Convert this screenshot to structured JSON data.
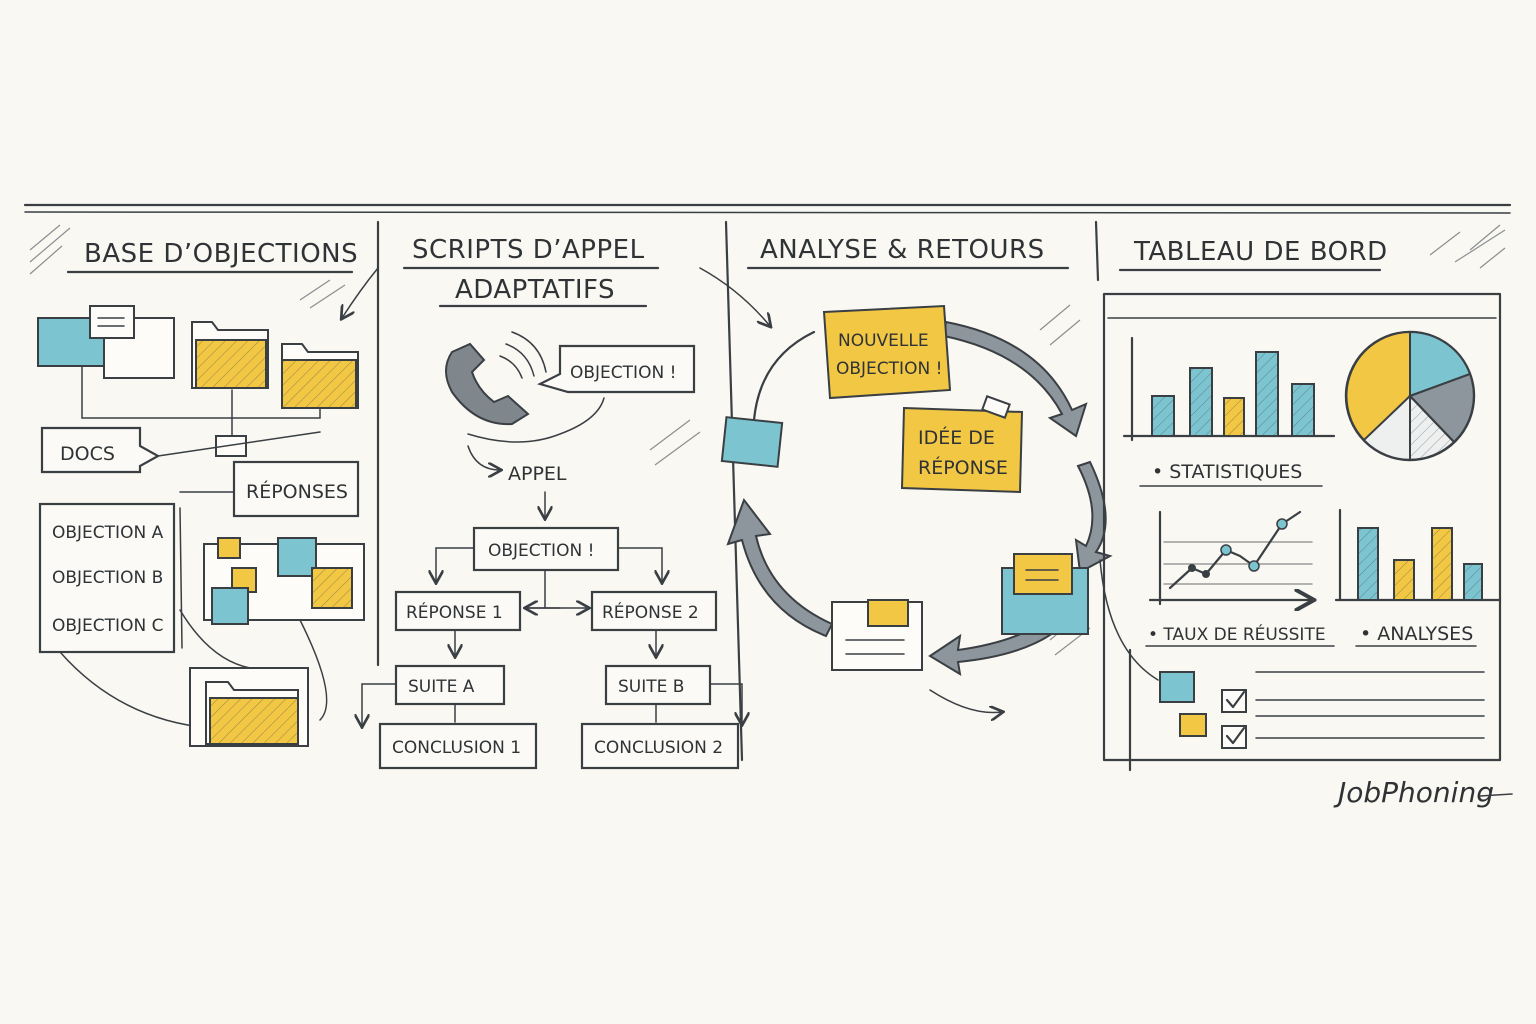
{
  "columns": {
    "objections": {
      "title": "BASE D’OBJECTIONS",
      "docs": "DOCS",
      "reponses": "RÉPONSES",
      "items": [
        "OBJECTION A",
        "OBJECTION B",
        "OBJECTION C"
      ]
    },
    "scripts": {
      "title_line1": "SCRIPTS D’APPEL",
      "title_line2": "ADAPTATIFS",
      "bubble": "OBJECTION !",
      "appel": "APPEL",
      "objection": "OBJECTION !",
      "reponse1": "RÉPONSE 1",
      "reponse2": "RÉPONSE 2",
      "suite_a": "SUITE A",
      "suite_b": "SUITE B",
      "conclusion1": "CONCLUSION 1",
      "conclusion2": "CONCLUSION 2"
    },
    "analyse": {
      "title": "ANALYSE & RETOURS",
      "note1_line1": "NOUVELLE",
      "note1_line2": "OBJECTION !",
      "note2_line1": "IDÉE DE",
      "note2_line2": "RÉPONSE"
    },
    "tableau": {
      "title": "TABLEAU DE BORD",
      "statistiques": "• STATISTIQUES",
      "taux": "• TAUX DE RÉUSSITE",
      "analyses": "• ANALYSES"
    }
  },
  "brand": "JobPhoning",
  "colors": {
    "yellow": "#f2c744",
    "blue": "#7cc4cf",
    "ink": "#3a3f44",
    "paper": "#faf8f2"
  },
  "icons": [
    "folder-icon",
    "document-icon",
    "phone-icon",
    "speech-bubble-icon",
    "sticky-note-icon",
    "bar-chart-icon",
    "pie-chart-icon",
    "line-chart-icon",
    "checkbox-icon",
    "cycle-arrow-icon"
  ]
}
